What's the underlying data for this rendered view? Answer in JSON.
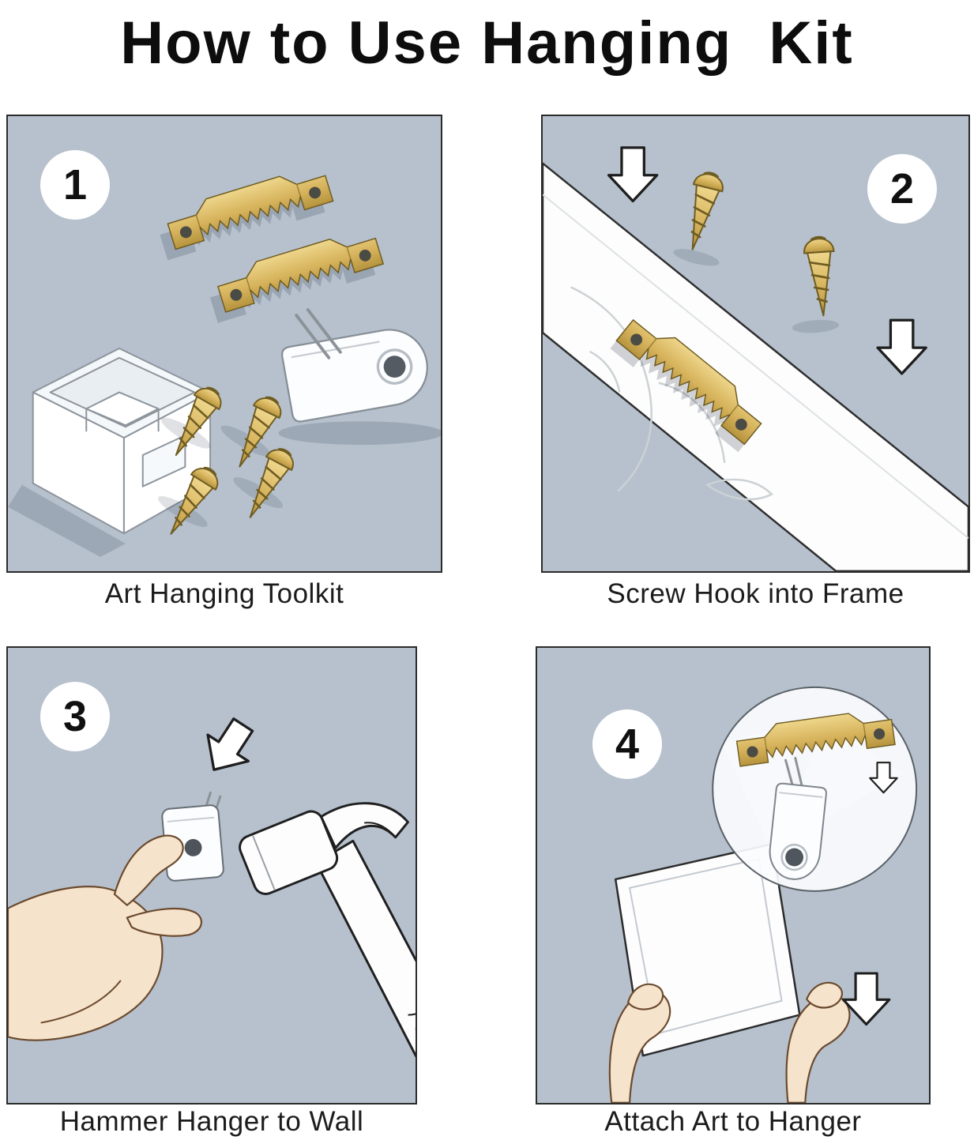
{
  "title": "How to Use Hanging  Kit",
  "steps": [
    {
      "number": "1",
      "caption": "Art Hanging Toolkit"
    },
    {
      "number": "2",
      "caption": "Screw Hook into Frame"
    },
    {
      "number": "3",
      "caption": "Hammer Hanger to Wall"
    },
    {
      "number": "4",
      "caption": "Attach Art to Hanger"
    }
  ],
  "colors": {
    "panel_background": "#b6c1cd",
    "brass": "#d7b45d",
    "outline": "#2b2b2b",
    "paper_white": "#fdfdfd",
    "skin": "#f6e3cb"
  }
}
